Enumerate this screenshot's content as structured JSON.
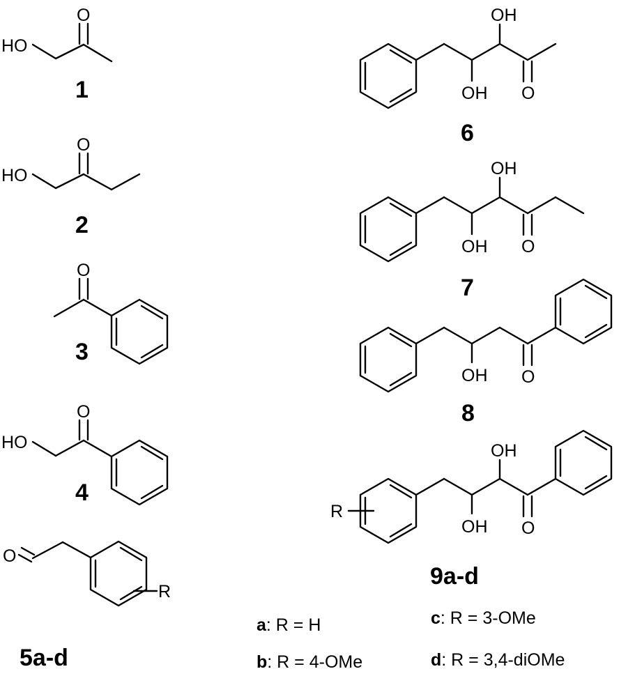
{
  "atoms": {
    "hydroxyl": "HO",
    "hydroxyl_r": "OH",
    "oxygen": "O",
    "substituent": "R"
  },
  "compounds": {
    "c1": "1",
    "c2": "2",
    "c3": "3",
    "c4": "4",
    "c5": "5a-d",
    "c6": "6",
    "c7": "7",
    "c8": "8",
    "c9": "9a-d"
  },
  "legend": {
    "a": {
      "letter": "a",
      "text": ": R = H"
    },
    "b": {
      "letter": "b",
      "text": ": R = 4-OMe"
    },
    "c": {
      "letter": "c",
      "text": ": R = 3-OMe"
    },
    "d": {
      "letter": "d",
      "text": ": R = 3,4-diOMe"
    }
  }
}
